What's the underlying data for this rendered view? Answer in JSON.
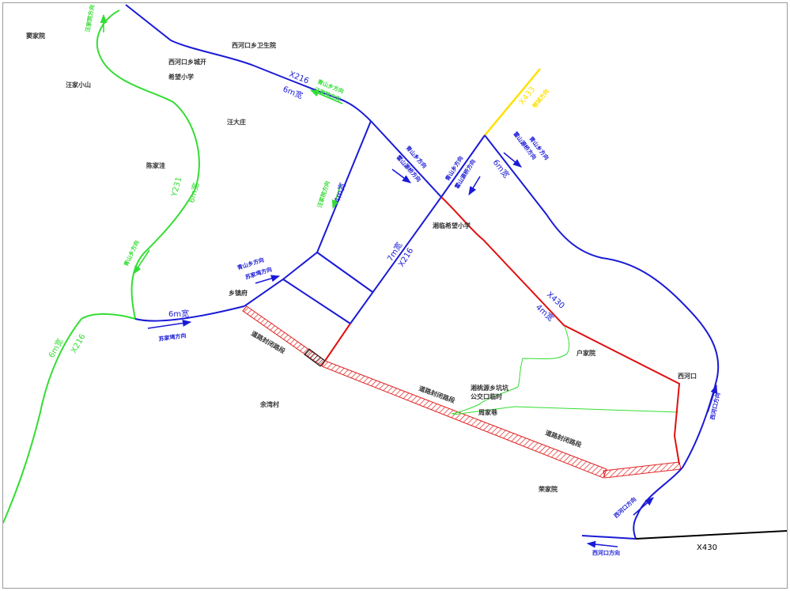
{
  "colors": {
    "road_blue": "#1a1ad6",
    "road_green": "#33dd33",
    "road_red": "#e01010",
    "road_yellow": "#ffe000",
    "road_black": "#000000",
    "hatch_red": "#e02020",
    "place_text": "#333333"
  },
  "places": {
    "p1": "窦家院",
    "p2": "汪家小山",
    "p3": "西河口乡卫生院",
    "p4": "西河口乡城开",
    "p5": "希望小学",
    "p6": "汪大庄",
    "p7": "陈家洼",
    "p8": "乡镇府",
    "p9": "湘临希望小学",
    "p10": "户家院",
    "p11": "西河口",
    "p12": "余湾村",
    "p13": "周家巷",
    "p14": "荣家院",
    "p15": "道路封闭路段",
    "p16": "道路封闭路段",
    "p17": "道路封闭路段",
    "p18": "湘桃源乡坑坑",
    "p19": "公交口临时"
  },
  "roads": {
    "x216_top": "X216",
    "x216_top_width": "6m宽",
    "x216_mid": "X216",
    "x216_mid_width": "7m宽",
    "x216_left": "X216",
    "x216_left_width": "6m宽",
    "y231": "Y231",
    "y231_width": "6m宽",
    "x430_red": "X430",
    "x430_red_width": "4m宽",
    "x430_bottom": "X430",
    "x433": "X433",
    "road_4m": "4m宽",
    "road_6m_right": "6m宽",
    "road_6m_left": "6m宽"
  },
  "directions": {
    "d1": "汪家院方向",
    "d2": "青山乡方向",
    "d3": "汪家院方向",
    "d4": "青山乡方向",
    "d5": "霍山源桥方向",
    "d6": "青山乡方向",
    "d7": "霍山源桥方向",
    "d8": "青山乡方向",
    "d9": "霍山源桥方向",
    "d10": "汪家院方向",
    "d11": "青山乡方向",
    "d12": "青山乡方向",
    "d13": "苏家塆方向",
    "d14": "苏家塆方向",
    "d15": "西河口方向",
    "d16": "西河口方向",
    "d17": "西河口方向",
    "d18": "鄂城方向"
  }
}
